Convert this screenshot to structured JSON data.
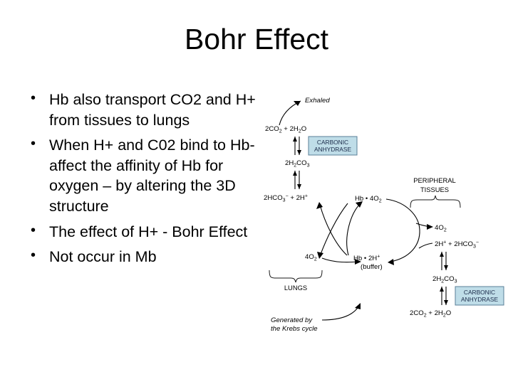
{
  "slide": {
    "title": "Bohr Effect",
    "background_color": "#ffffff",
    "text_color": "#000000"
  },
  "bullets": [
    {
      "text": "Hb also transport CO2 and H+ from tissues to lungs",
      "marker": "•"
    },
    {
      "text": "When  H+ and C02 bind to Hb- affect the affinity of Hb for oxygen – by altering the 3D structure",
      "marker": "•"
    },
    {
      "text": "The effect of H+ - Bohr Effect",
      "marker": "•"
    },
    {
      "text": "Not occur in Mb",
      "marker": "•"
    }
  ],
  "diagram": {
    "title_hidden": "Bohr effect CO2 and H+ transport cycle",
    "enzyme_box_fill": "#bfdde8",
    "enzyme_box_border": "#5a7f97",
    "labels": {
      "exhaled": "Exhaled",
      "generated_by": "Generated by",
      "krebs_cycle": "the Krebs cycle",
      "lungs": "LUNGS",
      "peripheral_1": "PERIPHERAL",
      "peripheral_2": "TISSUES",
      "enzyme_line1": "CARBONIC",
      "enzyme_line2": "ANHYDRASE",
      "buffer": "(buffer)"
    },
    "species": {
      "co2_water_top": "2CO2 + 2H2O",
      "carbonic_acid_top": "2H2CO3",
      "bicarb_proton_left": "2HCO3- + 2H+",
      "hb_o2": "Hb • 4O2",
      "oxygen_left": "4O2",
      "hb_h_buffer": "Hb • 2H+",
      "oxygen_right": "4O2",
      "proton_bicarb_right": "2H+ + 2HCO3-",
      "carbonic_acid_bottom": "2H2CO3",
      "co2_water_bottom": "2CO2 + 2H2O"
    }
  }
}
